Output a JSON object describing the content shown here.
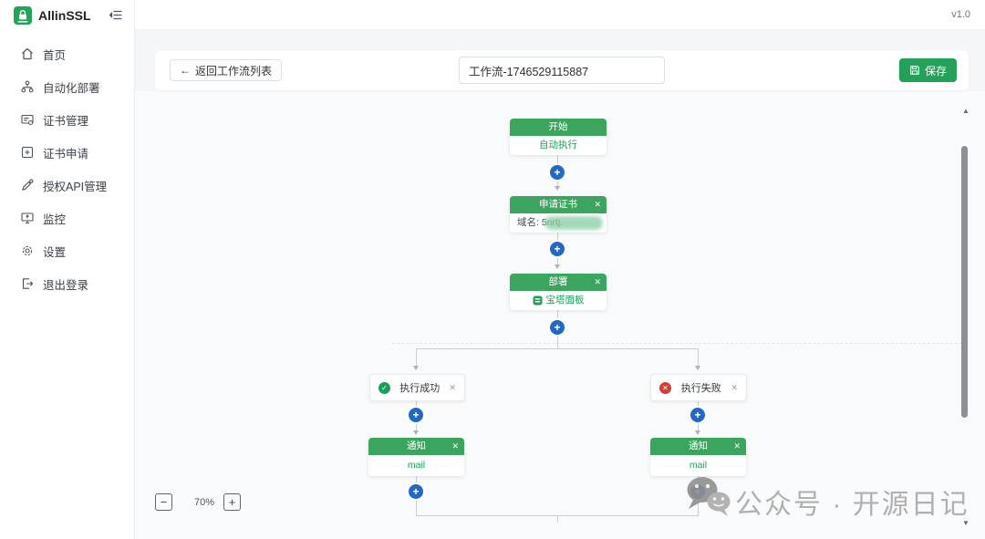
{
  "brand": {
    "name": "AllinSSL",
    "version": "v1.0"
  },
  "sidebar": {
    "items": [
      {
        "label": "首页",
        "icon": "home-icon"
      },
      {
        "label": "自动化部署",
        "icon": "workflow-icon"
      },
      {
        "label": "证书管理",
        "icon": "certificate-icon"
      },
      {
        "label": "证书申请",
        "icon": "cert-apply-icon"
      },
      {
        "label": "授权API管理",
        "icon": "api-auth-icon"
      },
      {
        "label": "监控",
        "icon": "monitor-icon"
      },
      {
        "label": "设置",
        "icon": "settings-icon"
      },
      {
        "label": "退出登录",
        "icon": "logout-icon"
      }
    ]
  },
  "toolbar": {
    "back_label": "返回工作流列表",
    "workflow_name_value": "工作流-1746529115887",
    "save_label": "保存"
  },
  "workflow": {
    "start": {
      "title": "开始",
      "subtitle": "自动执行"
    },
    "apply_cert": {
      "title": "申请证书",
      "domain_label": "域名: 5nrtj."
    },
    "deploy": {
      "title": "部署",
      "target": "宝塔面板"
    },
    "branch_success": {
      "label": "执行成功"
    },
    "branch_fail": {
      "label": "执行失败"
    },
    "notify_success": {
      "title": "通知",
      "channel": "mail"
    },
    "notify_fail": {
      "title": "通知",
      "channel": "mail"
    }
  },
  "zoom_controls": {
    "level": "70%",
    "zoom_out": "−",
    "zoom_in": "+"
  },
  "watermark": {
    "text": "公众号 · 开源日记"
  },
  "glyphs": {
    "close": "✕",
    "back_arrow": "←",
    "node_add": "+",
    "check": "✓",
    "cross": "✕",
    "scroll_up": "▲",
    "scroll_down": "▼"
  },
  "colors": {
    "primary_green": "#21a35a",
    "node_header_green": "#3ba55f",
    "save_green": "#23a15b",
    "add_blue": "#2368c4",
    "success": "#18a058",
    "error": "#d63c35"
  }
}
